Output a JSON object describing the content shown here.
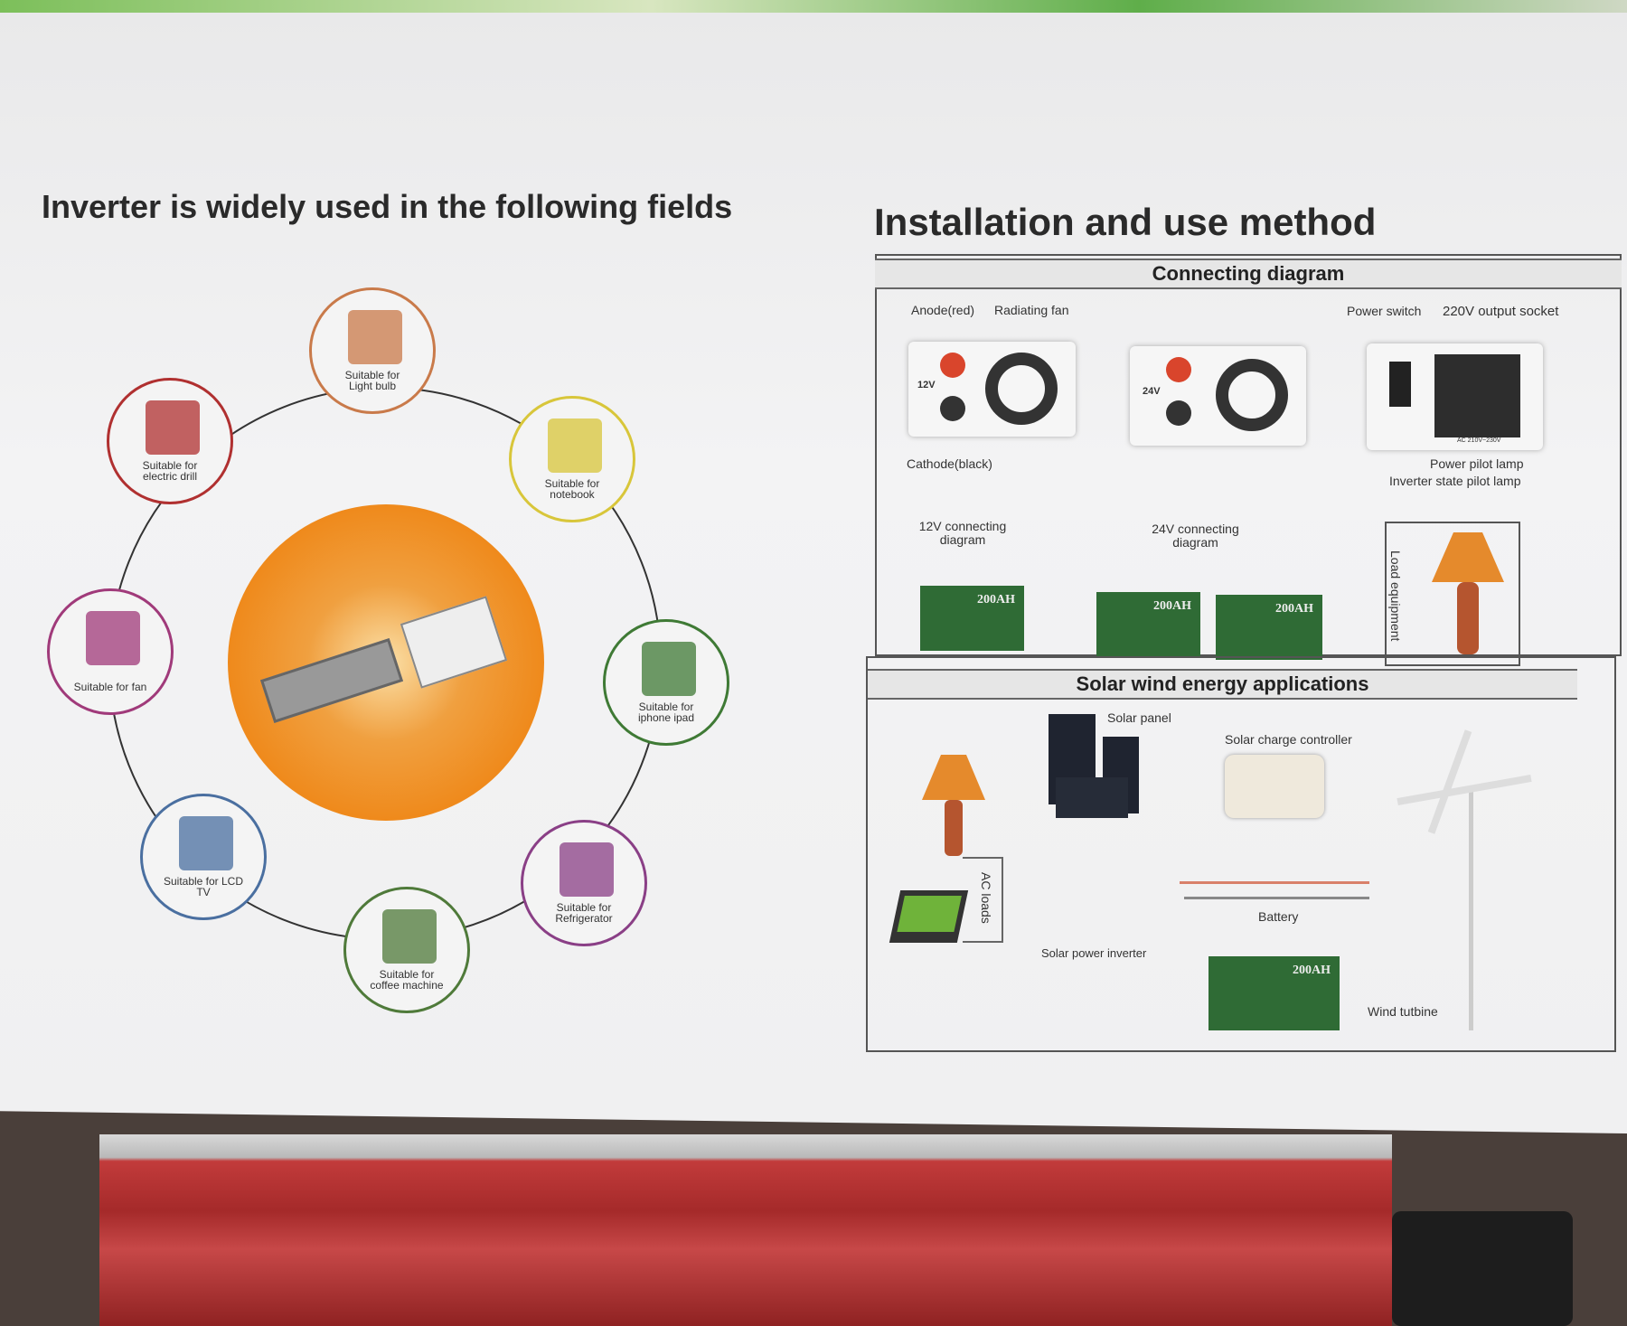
{
  "left": {
    "title": "Inverter is widely used in the following fields",
    "applications": [
      {
        "label": "Suitable for Light bulb",
        "icon": "light-bulb-icon",
        "ring": "#c97a4a"
      },
      {
        "label": "Suitable for notebook",
        "icon": "laptop-icon",
        "ring": "#d8c63a"
      },
      {
        "label": "Suitable for iphone ipad",
        "icon": "tablet-phone-icon",
        "ring": "#3f7a35"
      },
      {
        "label": "Suitable for Refrigerator",
        "icon": "refrigerator-icon",
        "ring": "#8a3f86"
      },
      {
        "label": "Suitable for coffee machine",
        "icon": "coffee-machine-icon",
        "ring": "#4f7a3a"
      },
      {
        "label": "Suitable for LCD TV",
        "icon": "tv-icon",
        "ring": "#4a6fa0"
      },
      {
        "label": "Suitable for fan",
        "icon": "fan-icon",
        "ring": "#a03a7a"
      },
      {
        "label": "Suitable for electric drill",
        "icon": "drill-icon",
        "ring": "#b03030"
      }
    ],
    "center_color": "#ef8a1c"
  },
  "right": {
    "title": "Installation and use method",
    "connecting": {
      "header": "Connecting diagram",
      "anode": "Anode(red)",
      "fan": "Radiating fan",
      "cathode": "Cathode(black)",
      "v12": "12V",
      "v24": "24V",
      "diag12": "12V connecting diagram",
      "diag24": "24V connecting diagram",
      "power_switch": "Power switch",
      "socket": "220V output socket",
      "ac": "AC 210V~230V",
      "power_lamp": "Power pilot lamp",
      "state_lamp": "Inverter state pilot lamp",
      "load": "Load equipment",
      "battery": "200AH"
    },
    "solar": {
      "header": "Solar wind energy applications",
      "panel": "Solar panel",
      "controller": "Solar charge controller",
      "ac_loads": "AC loads",
      "inverter": "Solar power inverter",
      "battery_label": "Battery",
      "battery": "200AH",
      "wind": "Wind tutbine"
    }
  }
}
